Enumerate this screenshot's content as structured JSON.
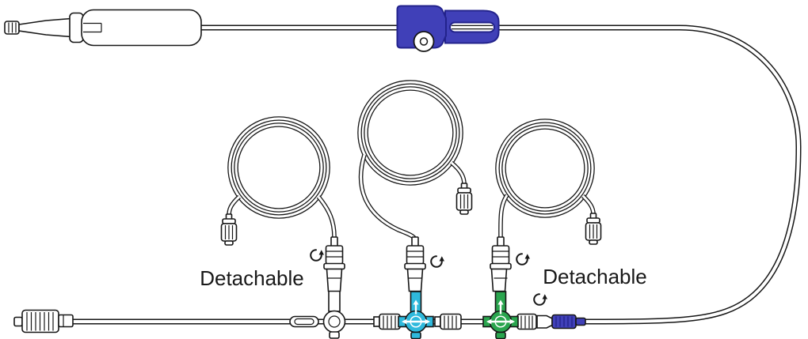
{
  "figure": {
    "description": "Line diagram of a multi-port IV infusion extension set with spike, drip chamber, roller clamp, three coiled extension lines, three stopcock manifold ports and end connectors"
  },
  "labels": {
    "detachable_left": "Detachable",
    "detachable_right": "Detachable"
  },
  "icons": {
    "rotate_arrow": "circular-rotation-arrow",
    "occurrences": 4
  },
  "colors": {
    "outline": "#161616",
    "roller_clamp": "#4040b8",
    "roller_clamp_outline": "#23238c",
    "stopcock_cyan": "#2fb9dc",
    "stopcock_green": "#2aa54e",
    "end_cap_blue": "#4040b8",
    "tubing_white": "#ffffff"
  }
}
